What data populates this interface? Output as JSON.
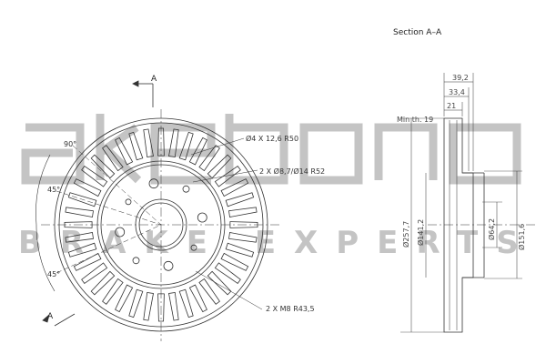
{
  "section_title": "Section A–A",
  "section_marker_top": "A",
  "section_marker_bottom": "A",
  "angles": {
    "top": "90°",
    "middle": "45°",
    "bottom": "45°"
  },
  "callouts": {
    "holes_small": "Ø4 X 12,6  R50",
    "holes_bolt": "2 X Ø8,7/Ø14  R52",
    "threads": "2 X M8  R43,5"
  },
  "dimensions": {
    "overall_height": "39,2",
    "hat_height": "33,4",
    "thickness": "21",
    "min_thickness": "Min th. 19",
    "outer_diameter": "Ø257,7",
    "hat_diameter": "Ø141,2",
    "center_bore": "Ø64,2",
    "inner_diameter": "Ø151,6"
  },
  "watermark": {
    "brand_line": "BRAKE EXPERTS",
    "logo": "akebono"
  },
  "colors": {
    "line": "#333333",
    "watermark": "#c4c4c4"
  }
}
